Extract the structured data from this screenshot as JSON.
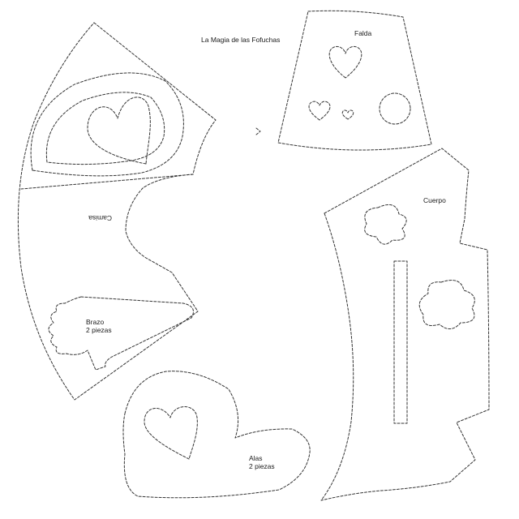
{
  "title": "La Magia de las Fofuchas",
  "pieces": {
    "skirt": {
      "label": "Falda"
    },
    "body": {
      "label": "Cuerpo"
    },
    "shirt": {
      "label": "Camisa"
    },
    "arm": {
      "label_line1": "Brazo",
      "label_line2": "2 piezas"
    },
    "wings": {
      "label_line1": "Alas",
      "label_line2": "2 piezas"
    }
  },
  "colors": {
    "paper": "#ffffff",
    "cut_line": "#333333",
    "text": "#1a1a1a"
  }
}
